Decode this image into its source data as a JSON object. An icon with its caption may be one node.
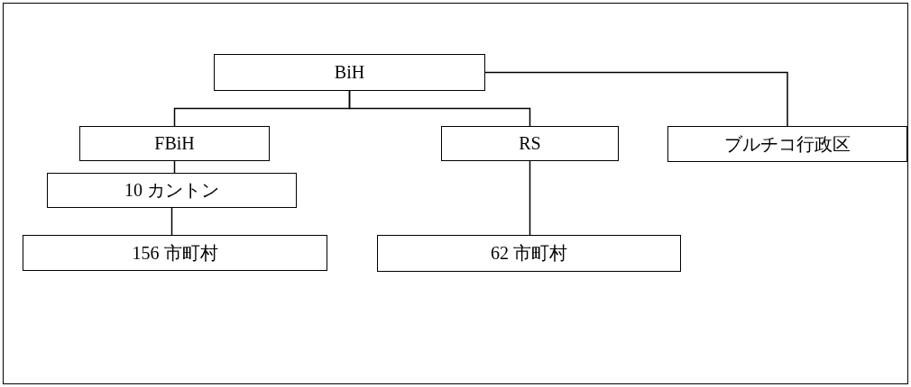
{
  "diagram": {
    "nodes": [
      {
        "text": [
          "BiH"
        ]
      },
      {
        "text": [
          "FBiH"
        ]
      },
      {
        "text": [
          "RS"
        ]
      },
      {
        "text": [
          "ブルチコ行政区"
        ]
      },
      {
        "text": [
          "10 カントン"
        ]
      },
      {
        "text": [
          "156 市町村"
        ]
      },
      {
        "text": [
          "62 市町村"
        ]
      }
    ],
    "edges": [
      {
        "from": 0,
        "to": 1,
        "arrow": "none"
      },
      {
        "from": 0,
        "to": 2,
        "arrow": "none"
      },
      {
        "from": 0,
        "to": 3,
        "arrow": "none"
      },
      {
        "from": 1,
        "to": 4,
        "arrow": "none"
      },
      {
        "from": 4,
        "to": 5,
        "arrow": "none"
      },
      {
        "from": 2,
        "to": 6,
        "arrow": "none"
      }
    ]
  }
}
